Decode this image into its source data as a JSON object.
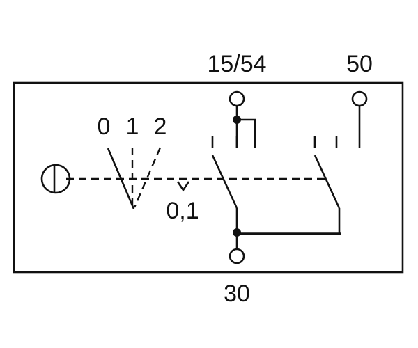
{
  "terminals": {
    "top_left": "15/54",
    "top_right": "50",
    "bottom": "30"
  },
  "positions": {
    "zero": "0",
    "one": "1",
    "two": "2",
    "lock": "0,1"
  },
  "colors": {
    "ink": "#111111",
    "background": "#ffffff"
  }
}
